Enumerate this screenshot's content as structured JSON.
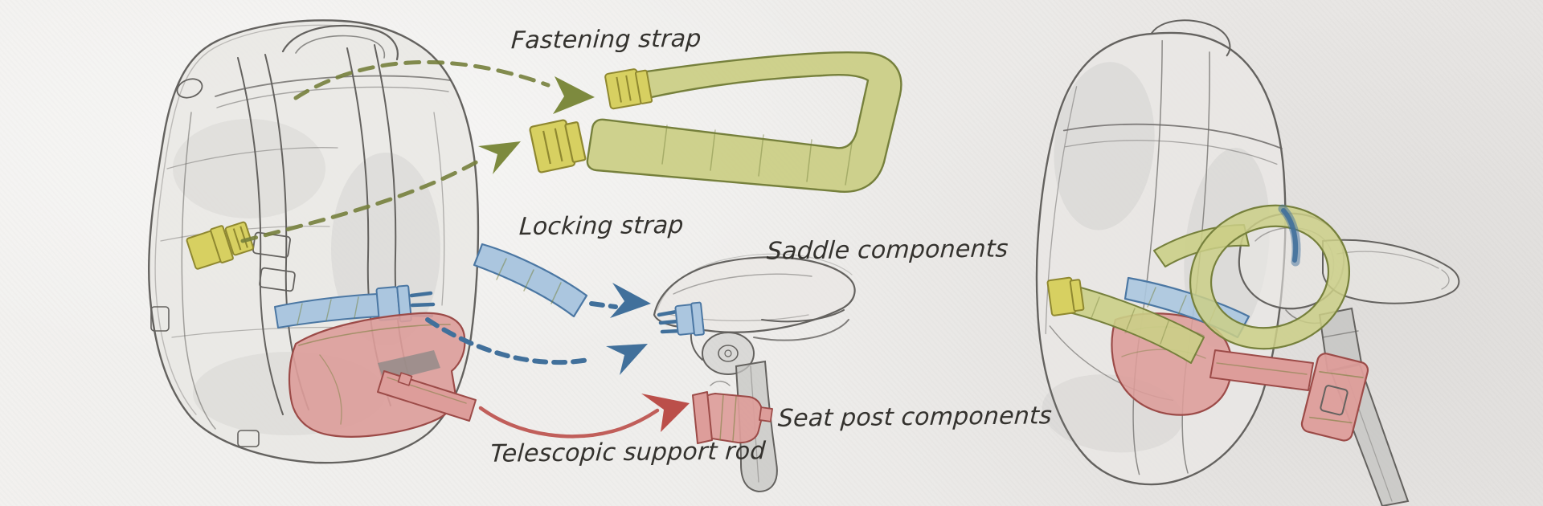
{
  "labels": {
    "fastening_strap": "Fastening strap",
    "locking_strap": "Locking strap",
    "saddle_components": "Saddle components",
    "seat_post_components": "Seat post components",
    "telescopic_support_rod": "Telescopic support rod"
  },
  "palette": {
    "paper": "#f0efed",
    "paper_edge": "#e6e4e2",
    "ink": "#34322e",
    "pencil": "#64625f",
    "olive_fill": "#cbcf87",
    "olive_dark": "#76803c",
    "olive_arrow": "#7d8a3e",
    "yellow_fill": "#d7d061",
    "yellow_dark": "#8f8830",
    "blue_fill": "#abc6df",
    "blue_dark": "#4b77a3",
    "blue_arrow": "#41709b",
    "red_fill": "#dd9d9a",
    "red_dark": "#9c4b48",
    "red_arrow": "#bb4f4a"
  }
}
